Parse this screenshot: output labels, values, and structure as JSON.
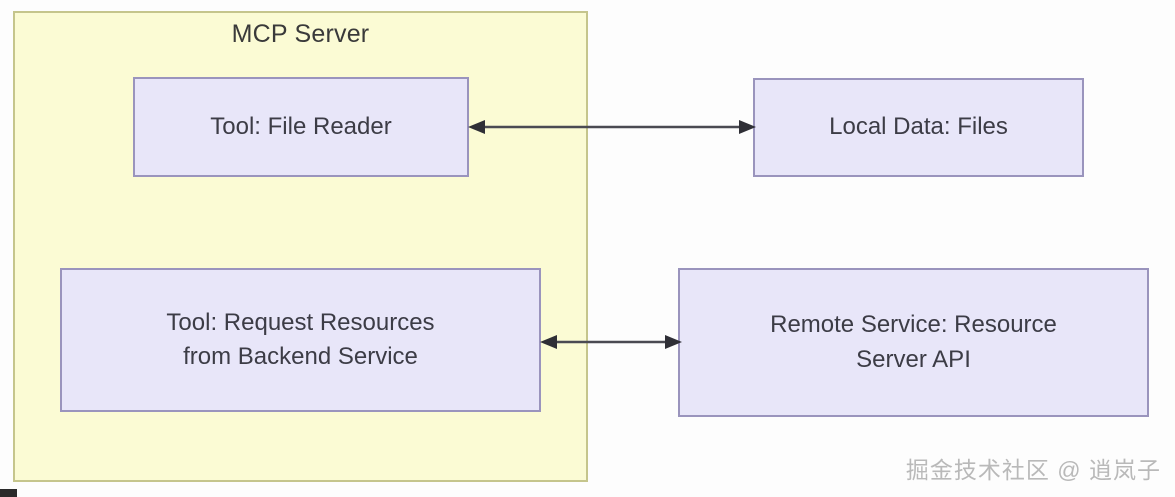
{
  "diagram": {
    "title": "MCP Server",
    "container": {
      "label": "MCP Server",
      "fill_color": "#FBFBD4",
      "border_color": "#C5C58C"
    },
    "node_style": {
      "fill_color": "#E8E6F9",
      "border_color": "#9A94BD",
      "text_color": "#3C3C46"
    },
    "nodes": [
      {
        "id": "tool-file-reader",
        "label": "Tool: File Reader",
        "group": "MCP Server"
      },
      {
        "id": "local-data-files",
        "label": "Local Data: Files",
        "group": "external"
      },
      {
        "id": "tool-request-resources",
        "label": "Tool: Request Resources\nfrom Backend Service",
        "group": "MCP Server"
      },
      {
        "id": "remote-service-resource-server-api",
        "label": "Remote Service: Resource\nServer API",
        "group": "external"
      }
    ],
    "edges": [
      {
        "id": "edge-file-reader-local-data",
        "from": "tool-file-reader",
        "to": "local-data-files",
        "direction": "bidirectional",
        "color": "#4a4a52"
      },
      {
        "id": "edge-request-resources-remote-service",
        "from": "tool-request-resources",
        "to": "remote-service-resource-server-api",
        "direction": "bidirectional",
        "color": "#4a4a52"
      }
    ]
  },
  "watermark": {
    "text": "掘金技术社区 @ 逍岚子"
  }
}
